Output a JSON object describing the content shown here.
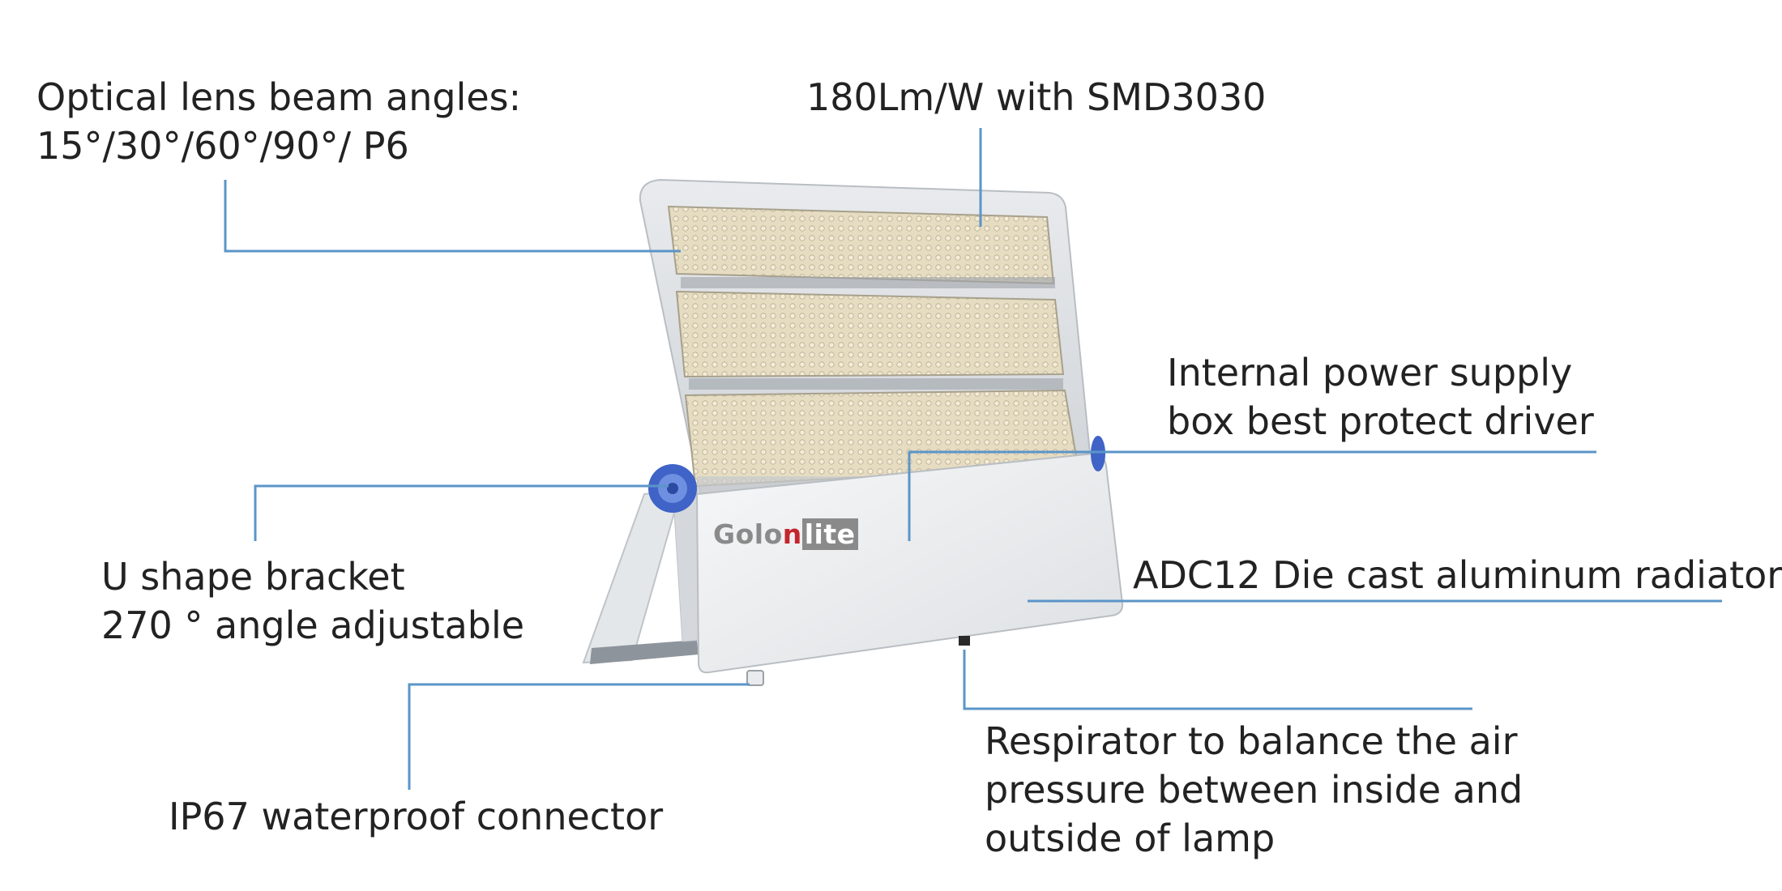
{
  "callouts": {
    "optical": {
      "line1": "Optical lens beam angles:",
      "line2": "15°/30°/60°/90°/ P6"
    },
    "efficacy": {
      "line1": "180Lm/W with SMD3030"
    },
    "power": {
      "line1": "Internal power supply",
      "line2": "box best protect driver"
    },
    "bracket": {
      "line1": "U shape bracket",
      "line2": "270 ° angle adjustable"
    },
    "radiator": {
      "line1": "ADC12 Die cast aluminum radiator"
    },
    "connector": {
      "line1": "IP67 waterproof connector"
    },
    "respirator": {
      "line1": "Respirator to balance the air",
      "line2": "pressure between inside and",
      "line3": "outside of lamp"
    }
  },
  "brand": {
    "part1": "Golo",
    "part2": "n",
    "part3": "lite"
  },
  "colors": {
    "leader": "#5b95c8",
    "knob": "#3f63c6",
    "body": "#eef0f2",
    "led": "#e4dbc0",
    "text": "#222222"
  }
}
